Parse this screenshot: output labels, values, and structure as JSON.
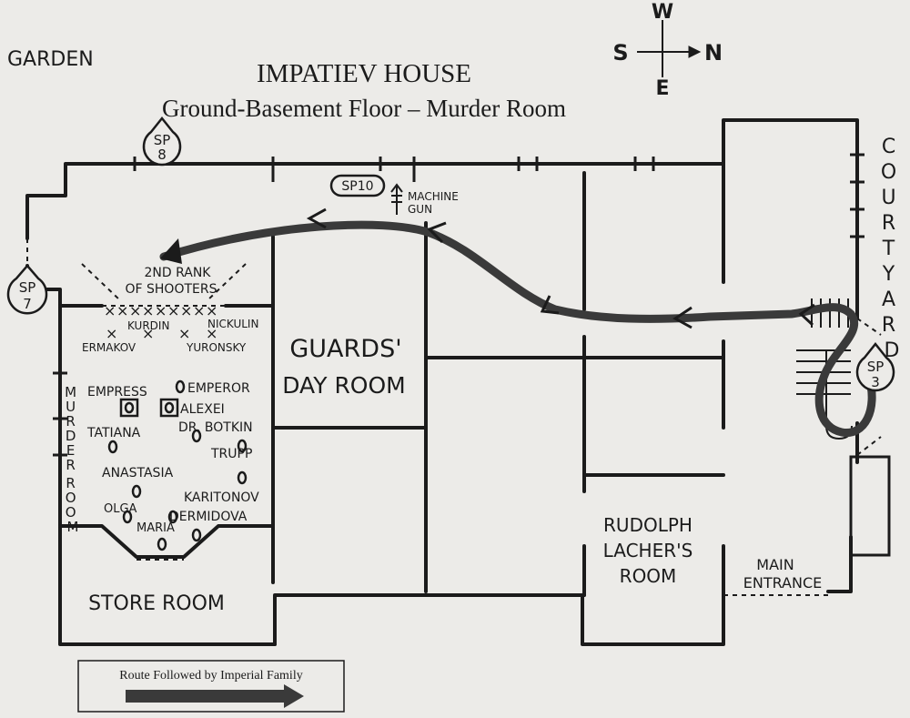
{
  "title": "IMPATIEV HOUSE",
  "subtitle": "Ground-Basement Floor – Murder Room",
  "labels": {
    "garden": "GARDEN",
    "courtyard": "COURTYARD",
    "guards_room": [
      "GUARDS'",
      "DAY ROOM"
    ],
    "murder_room": "MURDER ROOM",
    "store_room": "STORE ROOM",
    "lacher_room": [
      "RUDOLPH",
      "LACHER'S",
      "ROOM"
    ],
    "main_entrance": [
      "MAIN",
      "ENTRANCE"
    ],
    "machine_gun": [
      "MACHINE",
      "GUN"
    ],
    "shooters_rank": [
      "2ND RANK",
      "OF SHOOTERS"
    ]
  },
  "compass": {
    "north": "N",
    "south": "S",
    "east": "E",
    "west": "W"
  },
  "spots": [
    {
      "id": "sp8",
      "line1": "SP",
      "line2": "8"
    },
    {
      "id": "sp7",
      "line1": "SP",
      "line2": "7"
    },
    {
      "id": "sp3",
      "line1": "SP",
      "line2": "3"
    },
    {
      "id": "sp10",
      "text": "SP10"
    }
  ],
  "shooters": [
    "KURDIN",
    "NICKULIN",
    "ERMAKOV",
    "YURONSKY"
  ],
  "victims": [
    "EMPRESS",
    "EMPEROR",
    "ALEXEI",
    "TATIANA",
    "DR. BOTKIN",
    "TRUPP",
    "ANASTASIA",
    "KARITONOV",
    "OLGA",
    "DERMIDOVA",
    "MARIA"
  ],
  "legend": {
    "text": "Route Followed by Imperial Family"
  },
  "colors": {
    "ink": "#1b1b1b",
    "route": "#3a3a3a",
    "paper": "#ecebe8"
  }
}
